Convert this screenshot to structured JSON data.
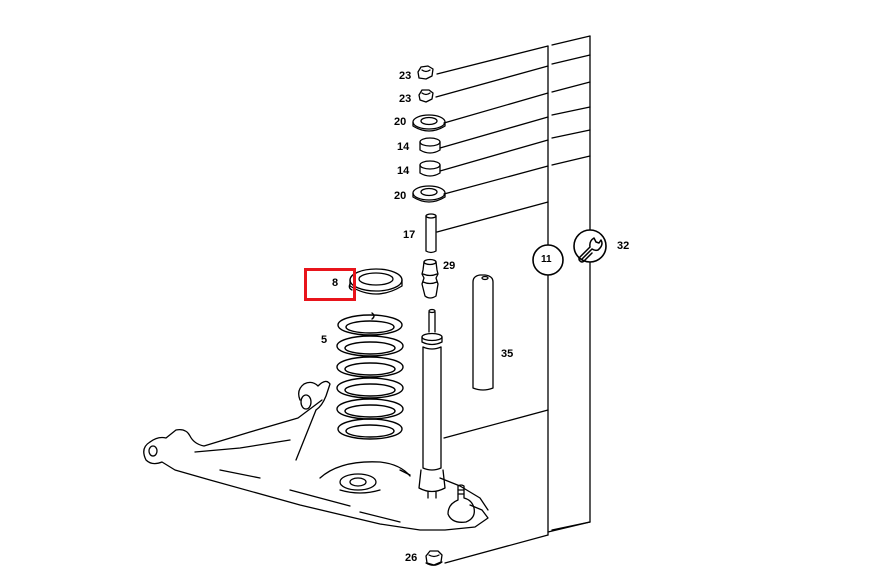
{
  "diagram": {
    "title": "Rear suspension: coil spring, shock absorber and control arm (exploded view)",
    "highlight_color": "#e8141b",
    "highlighted_part": "8",
    "group_markers": [
      {
        "id": "11",
        "type": "circle-number",
        "label": "11"
      },
      {
        "id": "32",
        "type": "circle-wrench-icon",
        "label": "32"
      }
    ],
    "parts": [
      {
        "number": "23",
        "name": "nut (top)"
      },
      {
        "number": "23",
        "name": "nut"
      },
      {
        "number": "20",
        "name": "rubber mount washer (upper)"
      },
      {
        "number": "14",
        "name": "rubber bushing (upper)"
      },
      {
        "number": "14",
        "name": "rubber bushing (lower)"
      },
      {
        "number": "20",
        "name": "rubber mount washer (lower)"
      },
      {
        "number": "17",
        "name": "spacer sleeve"
      },
      {
        "number": "29",
        "name": "bump stop"
      },
      {
        "number": "8",
        "name": "spring seat / insulator ring"
      },
      {
        "number": "5",
        "name": "coil spring"
      },
      {
        "number": "35",
        "name": "protective tube"
      },
      {
        "number": "26",
        "name": "nut (bottom)"
      }
    ]
  }
}
